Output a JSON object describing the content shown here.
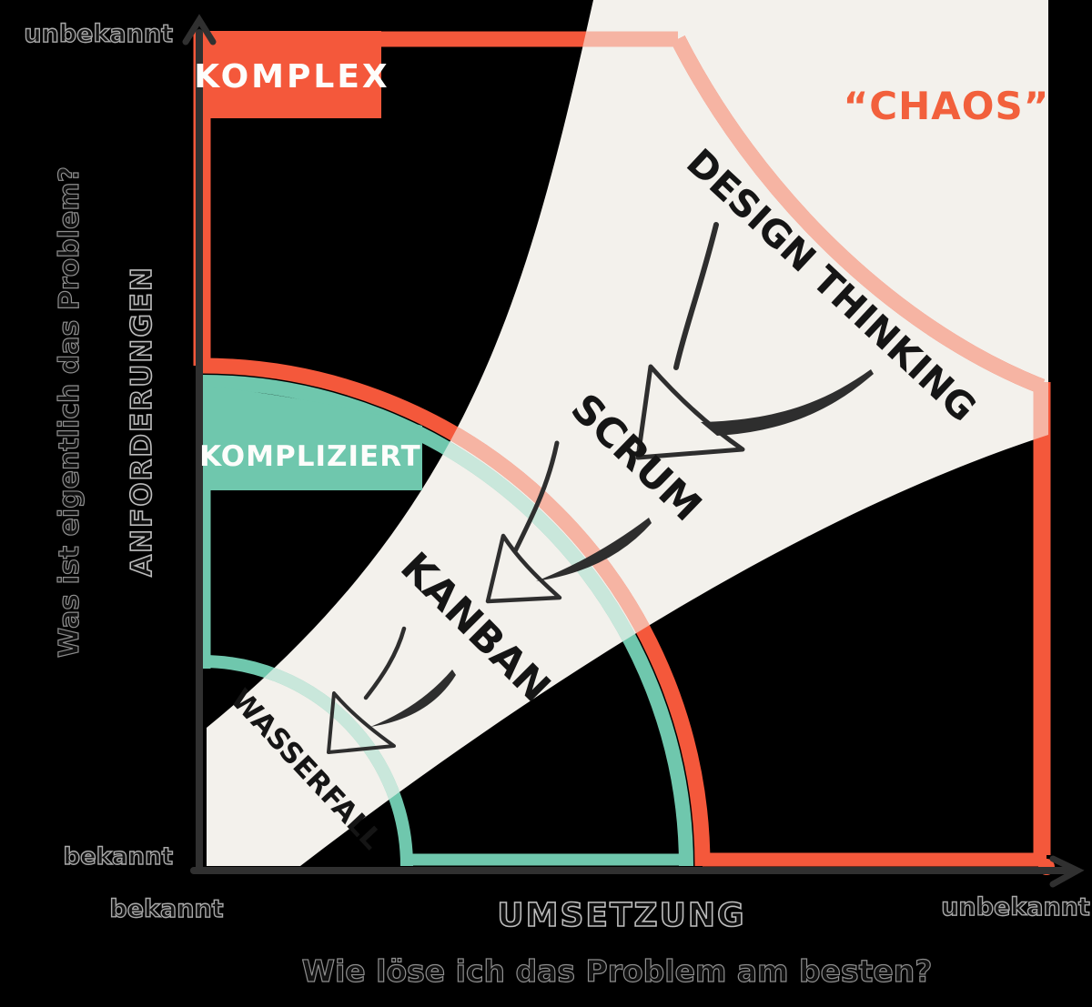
{
  "colors": {
    "background": "#000000",
    "band": "#f3f1ec",
    "orange": "#f4583b",
    "salmon": "#f6b4a3",
    "teal": "#6fc7ad",
    "pale_teal": "#c9e7db",
    "zone_label_text": "#fdfdfb",
    "chaos_text": "#f2603c",
    "ink": "#2e2e2e",
    "axis_ink": "#303030",
    "method_text": "#151515"
  },
  "axes": {
    "y": {
      "label": "ANFORDERUNGEN",
      "question": "Was ist eigentlich das Problem?",
      "min_label": "bekannt",
      "max_label": "unbekannt"
    },
    "x": {
      "label": "UMSETZUNG",
      "question": "Wie löse ich das Problem am besten?",
      "min_label": "bekannt",
      "max_label": "unbekannt"
    }
  },
  "zones": {
    "komplex": {
      "label": "KOMPLEX"
    },
    "kompliziert": {
      "label": "KOMPLIZIERT"
    },
    "chaos": {
      "label": "“CHAOS”"
    }
  },
  "methods": {
    "design_thinking": "DESIGN THINKING",
    "scrum": "SCRUM",
    "kanban": "KANBAN",
    "wasserfall": "WASSERFALL"
  }
}
